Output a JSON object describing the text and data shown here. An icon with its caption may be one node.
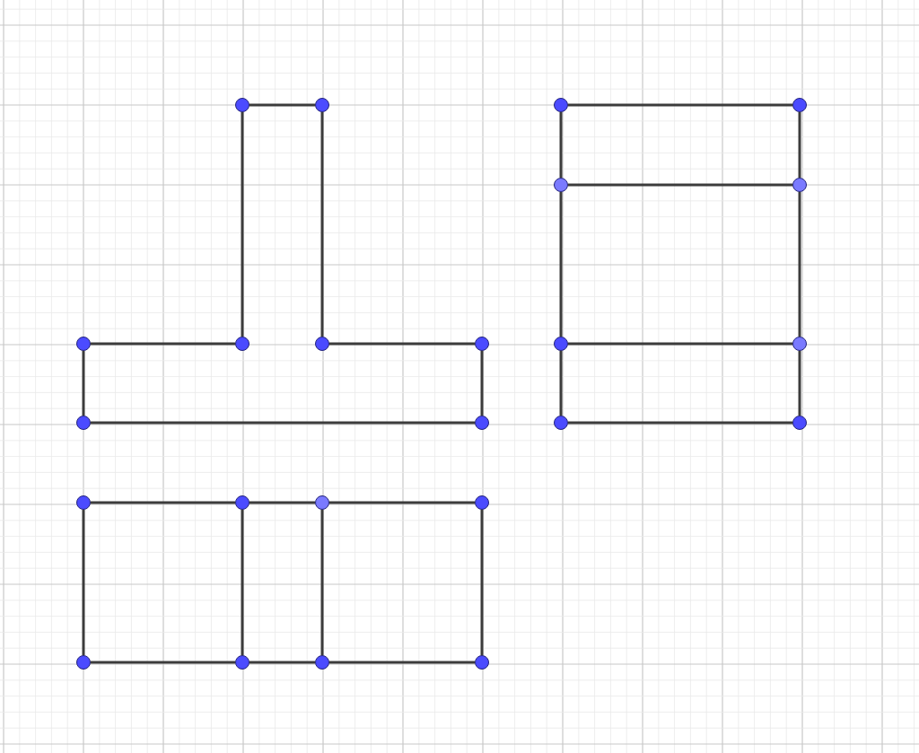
{
  "diagram": {
    "nodes": [
      {
        "text": [],
        "shape": "circle"
      },
      {
        "text": [],
        "shape": "circle"
      },
      {
        "text": [],
        "shape": "circle"
      },
      {
        "text": [],
        "shape": "circle"
      },
      {
        "text": [],
        "shape": "circle"
      },
      {
        "text": [],
        "shape": "circle"
      },
      {
        "text": [],
        "shape": "circle"
      },
      {
        "text": [],
        "shape": "circle"
      },
      {
        "text": [],
        "shape": "circle"
      },
      {
        "text": [],
        "shape": "circle"
      },
      {
        "text": [],
        "shape": "circle"
      },
      {
        "text": [],
        "shape": "circle"
      },
      {
        "text": [],
        "shape": "circle"
      },
      {
        "text": [],
        "shape": "circle"
      },
      {
        "text": [],
        "shape": "circle"
      },
      {
        "text": [],
        "shape": "circle"
      },
      {
        "text": [],
        "shape": "circle"
      },
      {
        "text": [],
        "shape": "circle"
      },
      {
        "text": [],
        "shape": "circle"
      },
      {
        "text": [],
        "shape": "circle"
      },
      {
        "text": [],
        "shape": "circle"
      },
      {
        "text": [],
        "shape": "circle"
      },
      {
        "text": [],
        "shape": "circle"
      },
      {
        "text": [],
        "shape": "circle"
      }
    ],
    "edges": [
      {
        "from": 0,
        "to": 1,
        "arrow": "none"
      },
      {
        "from": 0,
        "to": 3,
        "arrow": "none"
      },
      {
        "from": 1,
        "to": 4,
        "arrow": "none"
      },
      {
        "from": 2,
        "to": 3,
        "arrow": "none"
      },
      {
        "from": 4,
        "to": 5,
        "arrow": "none"
      },
      {
        "from": 2,
        "to": 6,
        "arrow": "none"
      },
      {
        "from": 5,
        "to": 7,
        "arrow": "none"
      },
      {
        "from": 6,
        "to": 7,
        "arrow": "none"
      },
      {
        "from": 8,
        "to": 9,
        "arrow": "none"
      },
      {
        "from": 8,
        "to": 10,
        "arrow": "none"
      },
      {
        "from": 10,
        "to": 12,
        "arrow": "none"
      },
      {
        "from": 12,
        "to": 14,
        "arrow": "none"
      },
      {
        "from": 9,
        "to": 11,
        "arrow": "none"
      },
      {
        "from": 11,
        "to": 13,
        "arrow": "none"
      },
      {
        "from": 13,
        "to": 15,
        "arrow": "none"
      },
      {
        "from": 10,
        "to": 11,
        "arrow": "none"
      },
      {
        "from": 12,
        "to": 13,
        "arrow": "none"
      },
      {
        "from": 14,
        "to": 15,
        "arrow": "none"
      },
      {
        "from": 16,
        "to": 17,
        "arrow": "none"
      },
      {
        "from": 17,
        "to": 18,
        "arrow": "none"
      },
      {
        "from": 18,
        "to": 19,
        "arrow": "none"
      },
      {
        "from": 16,
        "to": 20,
        "arrow": "none"
      },
      {
        "from": 17,
        "to": 21,
        "arrow": "none"
      },
      {
        "from": 18,
        "to": 22,
        "arrow": "none"
      },
      {
        "from": 19,
        "to": 23,
        "arrow": "none"
      },
      {
        "from": 20,
        "to": 21,
        "arrow": "none"
      },
      {
        "from": 21,
        "to": 22,
        "arrow": "none"
      },
      {
        "from": 22,
        "to": 23,
        "arrow": "none"
      }
    ]
  }
}
